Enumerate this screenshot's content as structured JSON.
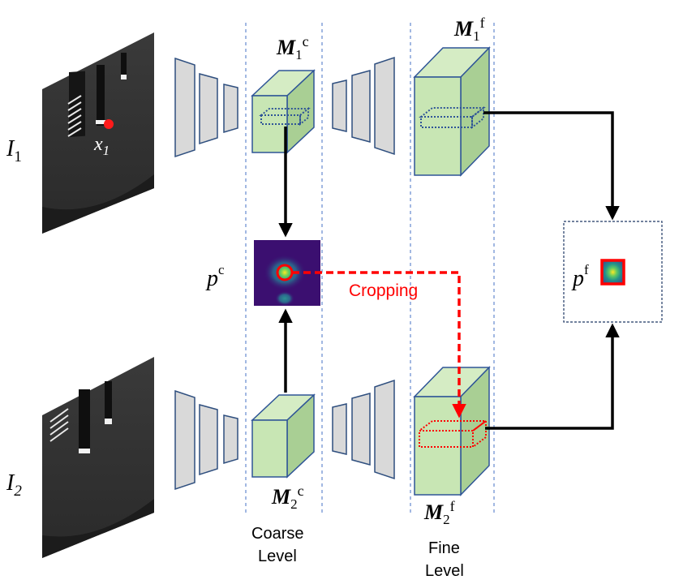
{
  "labels": {
    "image1": "I",
    "image1_sub": "1",
    "image2": "I",
    "image2_sub": "2",
    "point": "x",
    "point_sub": "1",
    "m1c": "M",
    "m1c_sub": "1",
    "m1c_sup": "c",
    "m2c": "M",
    "m2c_sub": "2",
    "m2c_sup": "c",
    "m1f": "M",
    "m1f_sub": "1",
    "m1f_sup": "f",
    "m2f": "M",
    "m2f_sub": "2",
    "m2f_sup": "f",
    "pc": "p",
    "pc_sup": "c",
    "pf": "p",
    "pf_sup": "f",
    "cropping": "Cropping",
    "coarse_line1": "Coarse",
    "coarse_line2": "Level",
    "fine_line1": "Fine",
    "fine_line2": "Level"
  },
  "colors": {
    "encoder_fill": "#d9d9d9",
    "encoder_stroke": "#2f4f7f",
    "cube_front": "#c8e6b4",
    "cube_top": "#d5ecc4",
    "cube_side": "#a9cf94",
    "cube_stroke": "#2f5597",
    "dashed_guide": "#4472c4",
    "crop_red": "#ff0000",
    "heatmap_bg": "#3b0f70"
  }
}
